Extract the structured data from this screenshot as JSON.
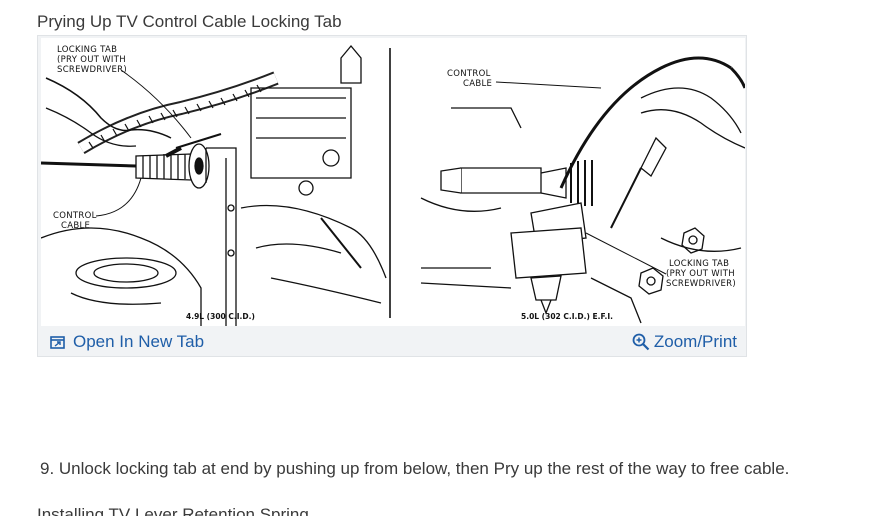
{
  "caption": "Prying Up TV Control Cable Locking Tab",
  "diagram": {
    "left_labels": {
      "locking_tab_line1": "LOCKING TAB",
      "locking_tab_line2": "(PRY OUT WITH",
      "locking_tab_line3": "SCREWDRIVER)",
      "control_cable_line1": "CONTROL",
      "control_cable_line2": "CABLE",
      "engine": "4.9L (300 C.I.D.)"
    },
    "right_labels": {
      "control_cable_line1": "CONTROL",
      "control_cable_line2": "CABLE",
      "locking_tab_line1": "LOCKING TAB",
      "locking_tab_line2": "(PRY OUT WITH",
      "locking_tab_line3": "SCREWDRIVER)",
      "engine": "5.0L (302 C.I.D.) E.F.I."
    }
  },
  "toolbar": {
    "open_tab_label": "Open In New Tab",
    "zoom_label": "Zoom/Print"
  },
  "step_text": "9. Unlock locking tab at end by pushing up from below, then Pry up the rest of the way to free cable.",
  "cut_text": "Installing TV Lever Retention Spring"
}
